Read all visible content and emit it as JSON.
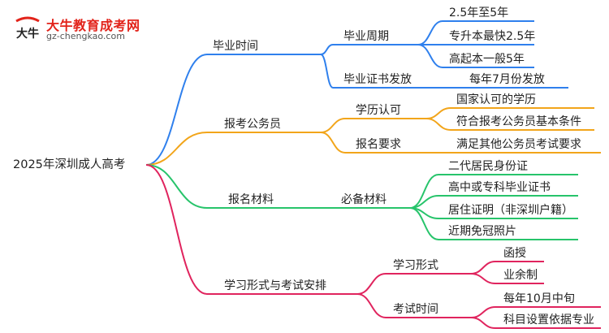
{
  "logo": {
    "title": "大牛教育成考网",
    "url": "gz-chengkao.com",
    "emblem_text": "大牛",
    "brand_color": "#e2231a"
  },
  "root": "2025年深圳成人高考",
  "branches": [
    {
      "label": "毕业时间",
      "color": "#2f80ed",
      "subs": [
        {
          "label": "毕业周期",
          "leaves": [
            "2.5年至5年",
            "专升本最快2.5年",
            "高起本一般5年"
          ]
        },
        {
          "label": "毕业证书发放",
          "leaves": [
            "每年7月份发放"
          ]
        }
      ]
    },
    {
      "label": "报考公务员",
      "color": "#f2a51a",
      "subs": [
        {
          "label": "学历认可",
          "leaves": [
            "国家认可的学历",
            "符合报考公务员基本条件"
          ]
        },
        {
          "label": "报名要求",
          "leaves": [
            "满足其他公务员考试要求"
          ]
        }
      ]
    },
    {
      "label": "报名材料",
      "color": "#27c46b",
      "subs": [
        {
          "label": "必备材料",
          "leaves": [
            "二代居民身份证",
            "高中或专科毕业证书",
            "居住证明（非深圳户籍）",
            "近期免冠照片"
          ]
        }
      ]
    },
    {
      "label": "学习形式与考试安排",
      "color": "#e0245e",
      "subs": [
        {
          "label": "学习形式",
          "leaves": [
            "函授",
            "业余制"
          ]
        },
        {
          "label": "考试时间",
          "leaves": [
            "每年10月中旬",
            "科目设置依据专业"
          ]
        }
      ]
    }
  ]
}
